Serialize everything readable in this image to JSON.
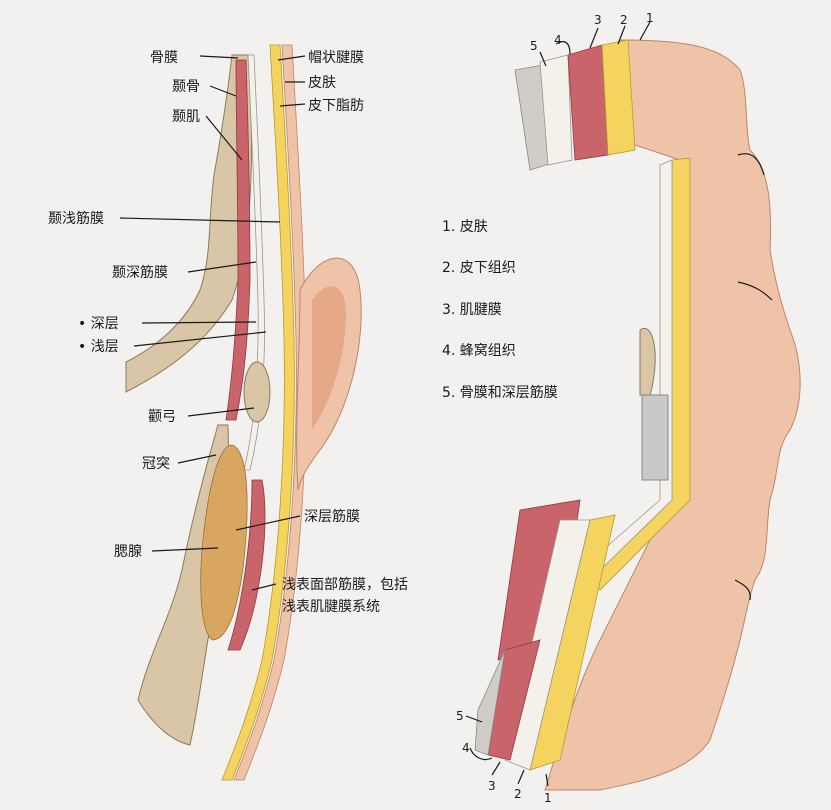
{
  "left_labels": {
    "periosteum": "骨膜",
    "galea": "帽状腱膜",
    "temporal_bone": "颞骨",
    "skin": "皮肤",
    "temporalis": "颞肌",
    "subcutaneous_fat": "皮下脂肪",
    "superficial_temporal_fascia": "颞浅筋膜",
    "deep_temporal_fascia": "颞深筋膜",
    "deep_layer": "• 深层",
    "superficial_layer": "• 浅层",
    "zygomatic_arch": "颧弓",
    "coronoid_process": "冠突",
    "deep_fascia": "深层筋膜",
    "parotid": "腮腺",
    "smas_line1": "浅表面部筋膜，包括",
    "smas_line2": "浅表肌腱膜系统"
  },
  "legend": [
    "1. 皮肤",
    "2. 皮下组织",
    "3. 肌腱膜",
    "4. 蜂窝组织",
    "5. 骨膜和深层筋膜"
  ],
  "layer_numbers_top": [
    "5",
    "4",
    "3",
    "2",
    "1"
  ],
  "layer_numbers_bottom": [
    "5",
    "4",
    "3",
    "2",
    "1"
  ],
  "colors": {
    "skin": "#efc3a8",
    "fat": "#f4d35e",
    "muscle": "#c9646a",
    "bone": "#d8c6a6",
    "fascia": "#f4f1ea",
    "gray": "#c9c9c9"
  }
}
